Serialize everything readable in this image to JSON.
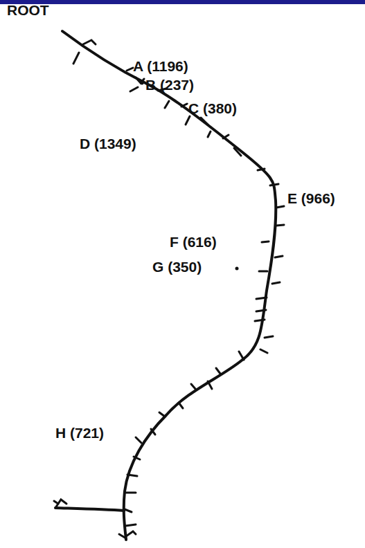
{
  "diagram": {
    "labels": [
      "ROOT",
      "A (1196)",
      "B (237)",
      "C (380)",
      "D (1349)",
      "E (966)",
      "F (616)",
      "G (350)",
      "H (721)"
    ]
  }
}
